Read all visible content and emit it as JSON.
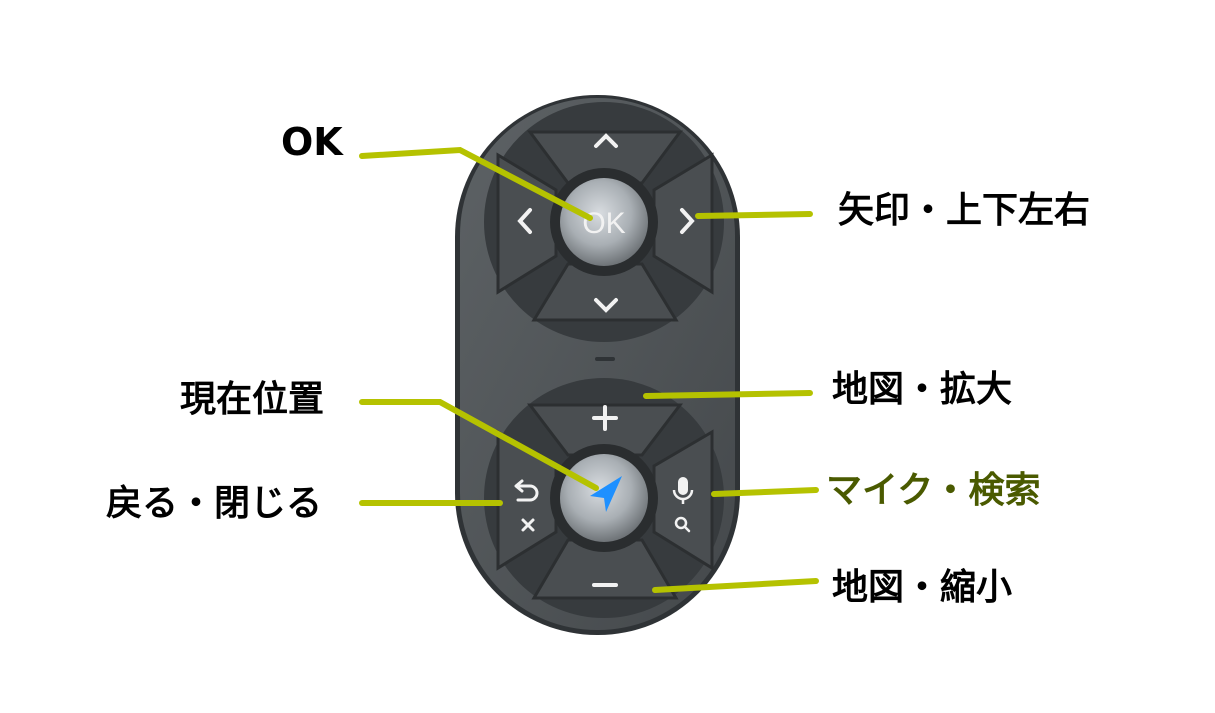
{
  "colors": {
    "callout_line": "#b5c200",
    "label_text": "#000000",
    "highlight_label_text": "#4a5a00",
    "body": "#505558",
    "body_edge": "#2f3336",
    "button": "#404447",
    "button_top": "#55595c",
    "center_metal": "#b9bec2",
    "icon_white": "#f2f2f2",
    "nav_blue": "#1e90ff"
  },
  "labels": {
    "ok": "OK",
    "arrows": "矢印・上下左右",
    "current_location": "現在位置",
    "zoom_in": "地図・拡大",
    "back_close": "戻る・閉じる",
    "voice_search": "マイク・検索",
    "zoom_out": "地図・縮小"
  },
  "device": {
    "center_button_text": "OK",
    "icons": {
      "up": "chevron-up-icon",
      "down": "chevron-down-icon",
      "left": "chevron-left-icon",
      "right": "chevron-right-icon",
      "plus": "plus-icon",
      "minus": "minus-icon",
      "back": "back-arrow-icon",
      "close": "close-icon",
      "mic": "microphone-icon",
      "search": "search-icon",
      "navigation": "navigation-arrow-icon"
    }
  }
}
